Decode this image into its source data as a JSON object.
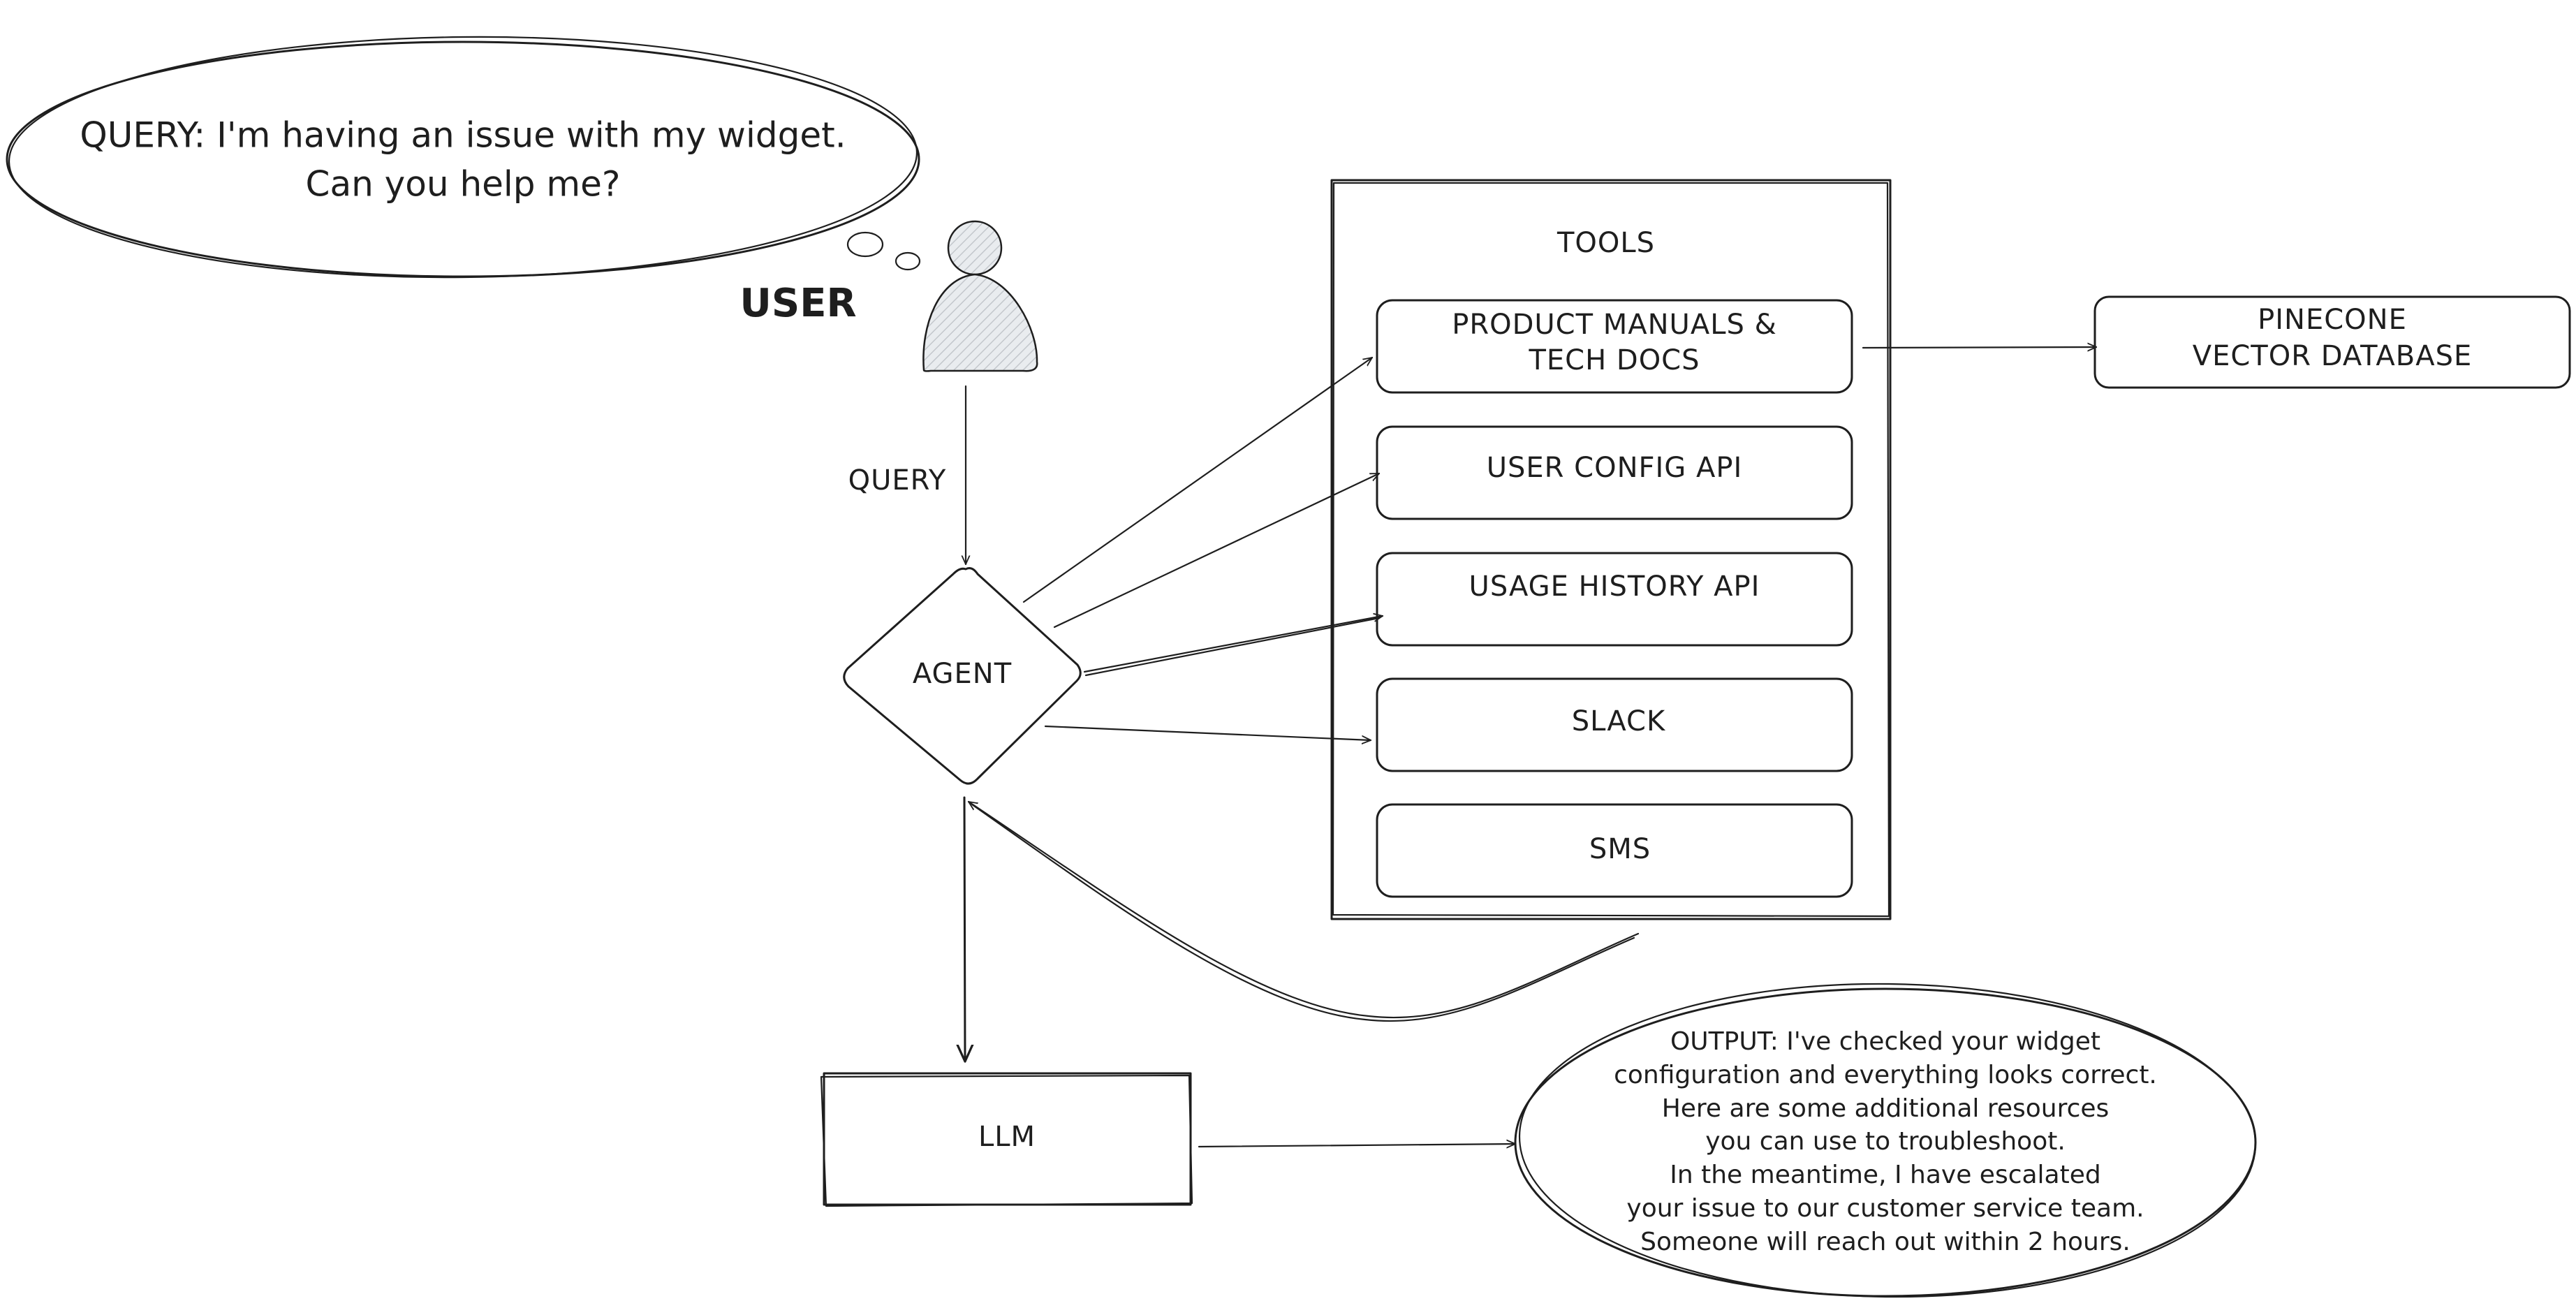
{
  "user": {
    "label": "USER",
    "thought": [
      "QUERY: I'm having an issue with my widget.",
      "Can you help me?"
    ],
    "edge_label": "QUERY"
  },
  "agent": {
    "label": "AGENT"
  },
  "tools": {
    "title": "TOOLS",
    "items": [
      {
        "lines": [
          "PRODUCT MANUALS &",
          "TECH DOCS"
        ]
      },
      {
        "lines": [
          "USER CONFIG API"
        ]
      },
      {
        "lines": [
          "USAGE HISTORY API"
        ]
      },
      {
        "lines": [
          "SLACK"
        ]
      },
      {
        "lines": [
          "SMS"
        ]
      }
    ]
  },
  "database": {
    "lines": [
      "PINECONE",
      "VECTOR DATABASE"
    ]
  },
  "llm": {
    "label": "LLM"
  },
  "output": {
    "lines": [
      "OUTPUT: I've checked your widget",
      "configuration and everything looks correct.",
      "Here are some additional resources",
      "you can use to troubleshoot.",
      "In the meantime, I have escalated",
      "your issue to our customer service team.",
      "Someone will reach out within 2 hours."
    ]
  }
}
